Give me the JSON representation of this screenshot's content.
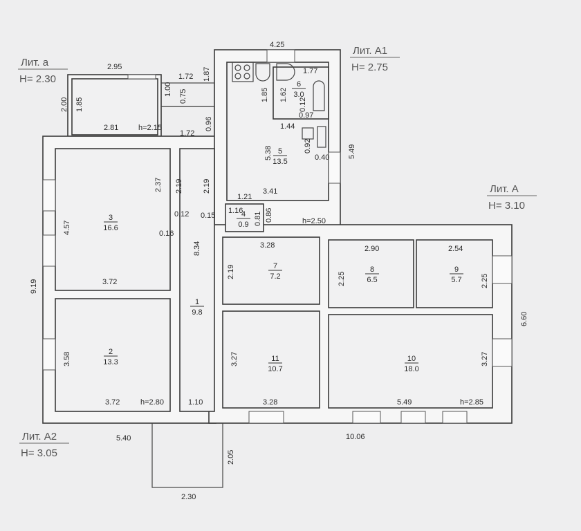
{
  "litera_labels": [
    {
      "name": "Лит. а",
      "height": "H= 2.30"
    },
    {
      "name": "Лит. А1",
      "height": "H= 2.75"
    },
    {
      "name": "Лит. А",
      "height": "H= 3.10"
    },
    {
      "name": "Лит. А2",
      "height": "H= 3.05"
    }
  ],
  "rooms": [
    {
      "number": "1",
      "area": "9.8"
    },
    {
      "number": "2",
      "area": "13.3"
    },
    {
      "number": "3",
      "area": "16.6"
    },
    {
      "number": "4",
      "area": "0.9"
    },
    {
      "number": "5",
      "area": "13.5"
    },
    {
      "number": "6",
      "area": "3.0"
    },
    {
      "number": "7",
      "area": "7.2"
    },
    {
      "number": "8",
      "area": "6.5"
    },
    {
      "number": "9",
      "area": "5.7"
    },
    {
      "number": "10",
      "area": "18.0"
    },
    {
      "number": "11",
      "area": "10.7"
    }
  ],
  "dimensions": [
    "4.25",
    "2.95",
    "1.72",
    "1.87",
    "1.00",
    "0.75",
    "2.00",
    "1.85",
    "2.81",
    "h=2.15",
    "0.96",
    "1.72",
    "1.77",
    "1.85",
    "1.62",
    "0.12",
    "0.97",
    "1.44",
    "0.92",
    "0.40",
    "5.49",
    "5.38",
    "3.41",
    "2.37",
    "2.19",
    "2.19",
    "1.21",
    "1.16",
    "0.81",
    "0.86",
    "0.12",
    "0.15",
    "0.16",
    "h=2.50",
    "4.57",
    "9.19",
    "3.72",
    "8.34",
    "3.28",
    "2.19",
    "2.90",
    "2.25",
    "2.54",
    "2.25",
    "6.60",
    "3.58",
    "3.27",
    "3.27",
    "3.72",
    "h=2.80",
    "1.10",
    "3.28",
    "5.49",
    "h=2.85",
    "5.40",
    "10.06",
    "2.05",
    "2.30"
  ]
}
